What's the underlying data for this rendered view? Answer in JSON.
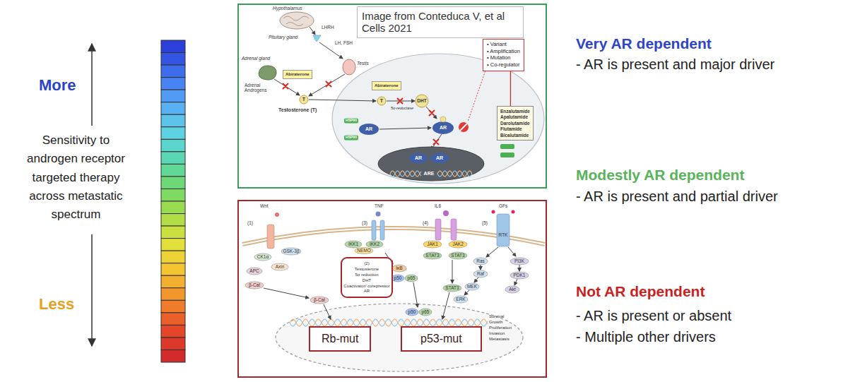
{
  "diagram": {
    "nodes": [
      {
        "text": [
          "Image from Conteduca V, et al Cells 2021"
        ]
      },
      {
        "text": [
          "• Variant",
          "• Amplification",
          "• Mutation",
          "• Co-regulator"
        ]
      },
      {
        "text": [
          "Abiraterone"
        ]
      },
      {
        "text": [
          "Abiraterone"
        ]
      },
      {
        "text": [
          "Enzalutamide",
          "Apalutamide",
          "Darolutamide",
          "Flutamide",
          "Bicalutamide"
        ]
      },
      {
        "text": [
          "(2)",
          "Testosterone",
          "5α reduction",
          "DHT",
          "Coactivator/ corepressor",
          "AR"
        ]
      },
      {
        "text": [
          "Rb-mut"
        ]
      },
      {
        "text": [
          "p53-mut"
        ]
      }
    ],
    "edges": [
      {
        "from": 1,
        "to": 4,
        "arrow": "none"
      }
    ],
    "labels": [
      "More",
      "Sensitivity to androgen receptor targeted therapy across metastatic spectrum",
      "Less",
      "Very AR dependent",
      "- AR is present and major driver",
      "Modestly AR dependent",
      "- AR is present and partial driver",
      "Not AR dependent",
      "- AR is present or absent",
      "- Multiple other drivers",
      "Hypothalamus",
      "LHRH",
      "Pituitary gland",
      "LH, FSH",
      "Adrenal gland",
      "Testis",
      "Adrenal Androgens",
      "T",
      "Testosterone (T)",
      "T",
      "5α-reductase",
      "DHT",
      "HSP90",
      "HSP90",
      "AR",
      "AR",
      "AR",
      "AR",
      "ARE",
      "Wnt",
      "(1)",
      "GSK-3β",
      "CK1α",
      "Axin",
      "APC",
      "β-Cat",
      "β-Cat",
      "(3)",
      "TNF",
      "IKK1",
      "IKK2",
      "NEMO",
      "IκB",
      "p50",
      "p65",
      "p50",
      "p65",
      "(4)",
      "IL6",
      "JAK1",
      "JAK2",
      "STAT3",
      "STAT3",
      "STAT3",
      "(5)",
      "GFs",
      "RTK",
      "Ras",
      "Raf",
      "MEK",
      "ERK",
      "PI3K",
      "PDK1",
      "Akt",
      "Survival",
      "Growth",
      "Proliferation",
      "Invasion",
      "Metastasis"
    ]
  }
}
